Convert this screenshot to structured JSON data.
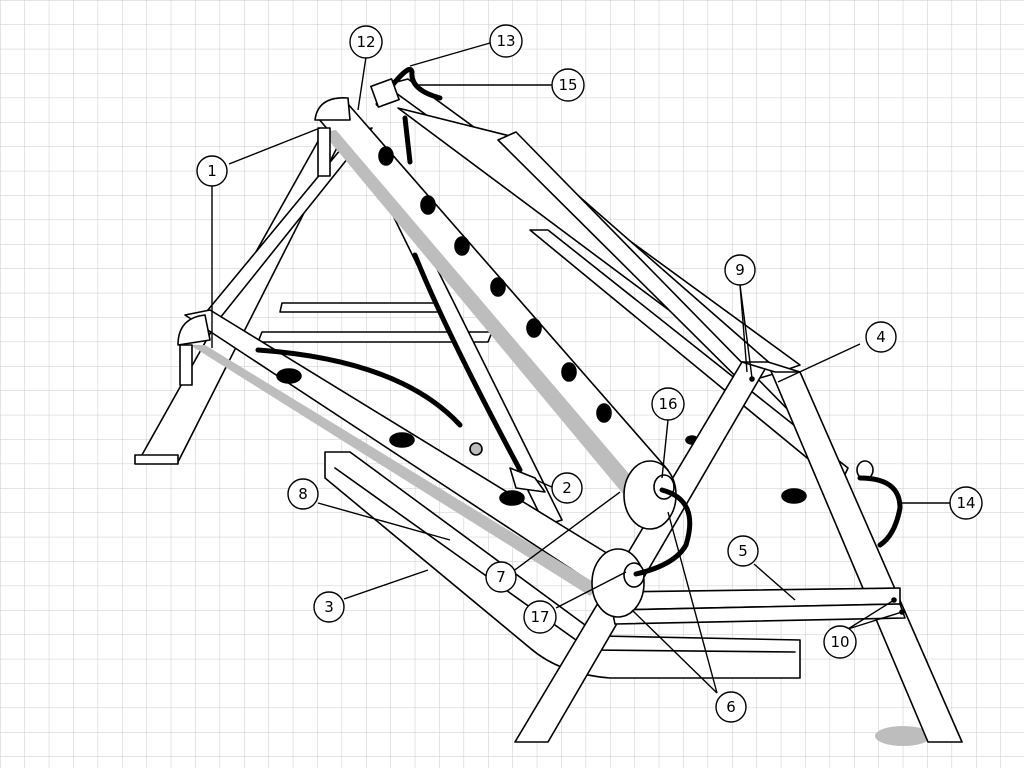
{
  "colors": {
    "background": "#ffffff",
    "grid": "#c8c8c8",
    "ink": "#000000",
    "shadow": "#bdbdbd"
  },
  "callouts": [
    {
      "id": "c1",
      "label": "1"
    },
    {
      "id": "c2",
      "label": "2"
    },
    {
      "id": "c3",
      "label": "3"
    },
    {
      "id": "c4",
      "label": "4"
    },
    {
      "id": "c5",
      "label": "5"
    },
    {
      "id": "c6",
      "label": "6"
    },
    {
      "id": "c7",
      "label": "7"
    },
    {
      "id": "c8",
      "label": "8"
    },
    {
      "id": "c9",
      "label": "9"
    },
    {
      "id": "c10",
      "label": "10"
    },
    {
      "id": "c12",
      "label": "12"
    },
    {
      "id": "c13",
      "label": "13"
    },
    {
      "id": "c14",
      "label": "14"
    },
    {
      "id": "c15",
      "label": "15"
    },
    {
      "id": "c16",
      "label": "16"
    },
    {
      "id": "c17",
      "label": "17"
    }
  ]
}
